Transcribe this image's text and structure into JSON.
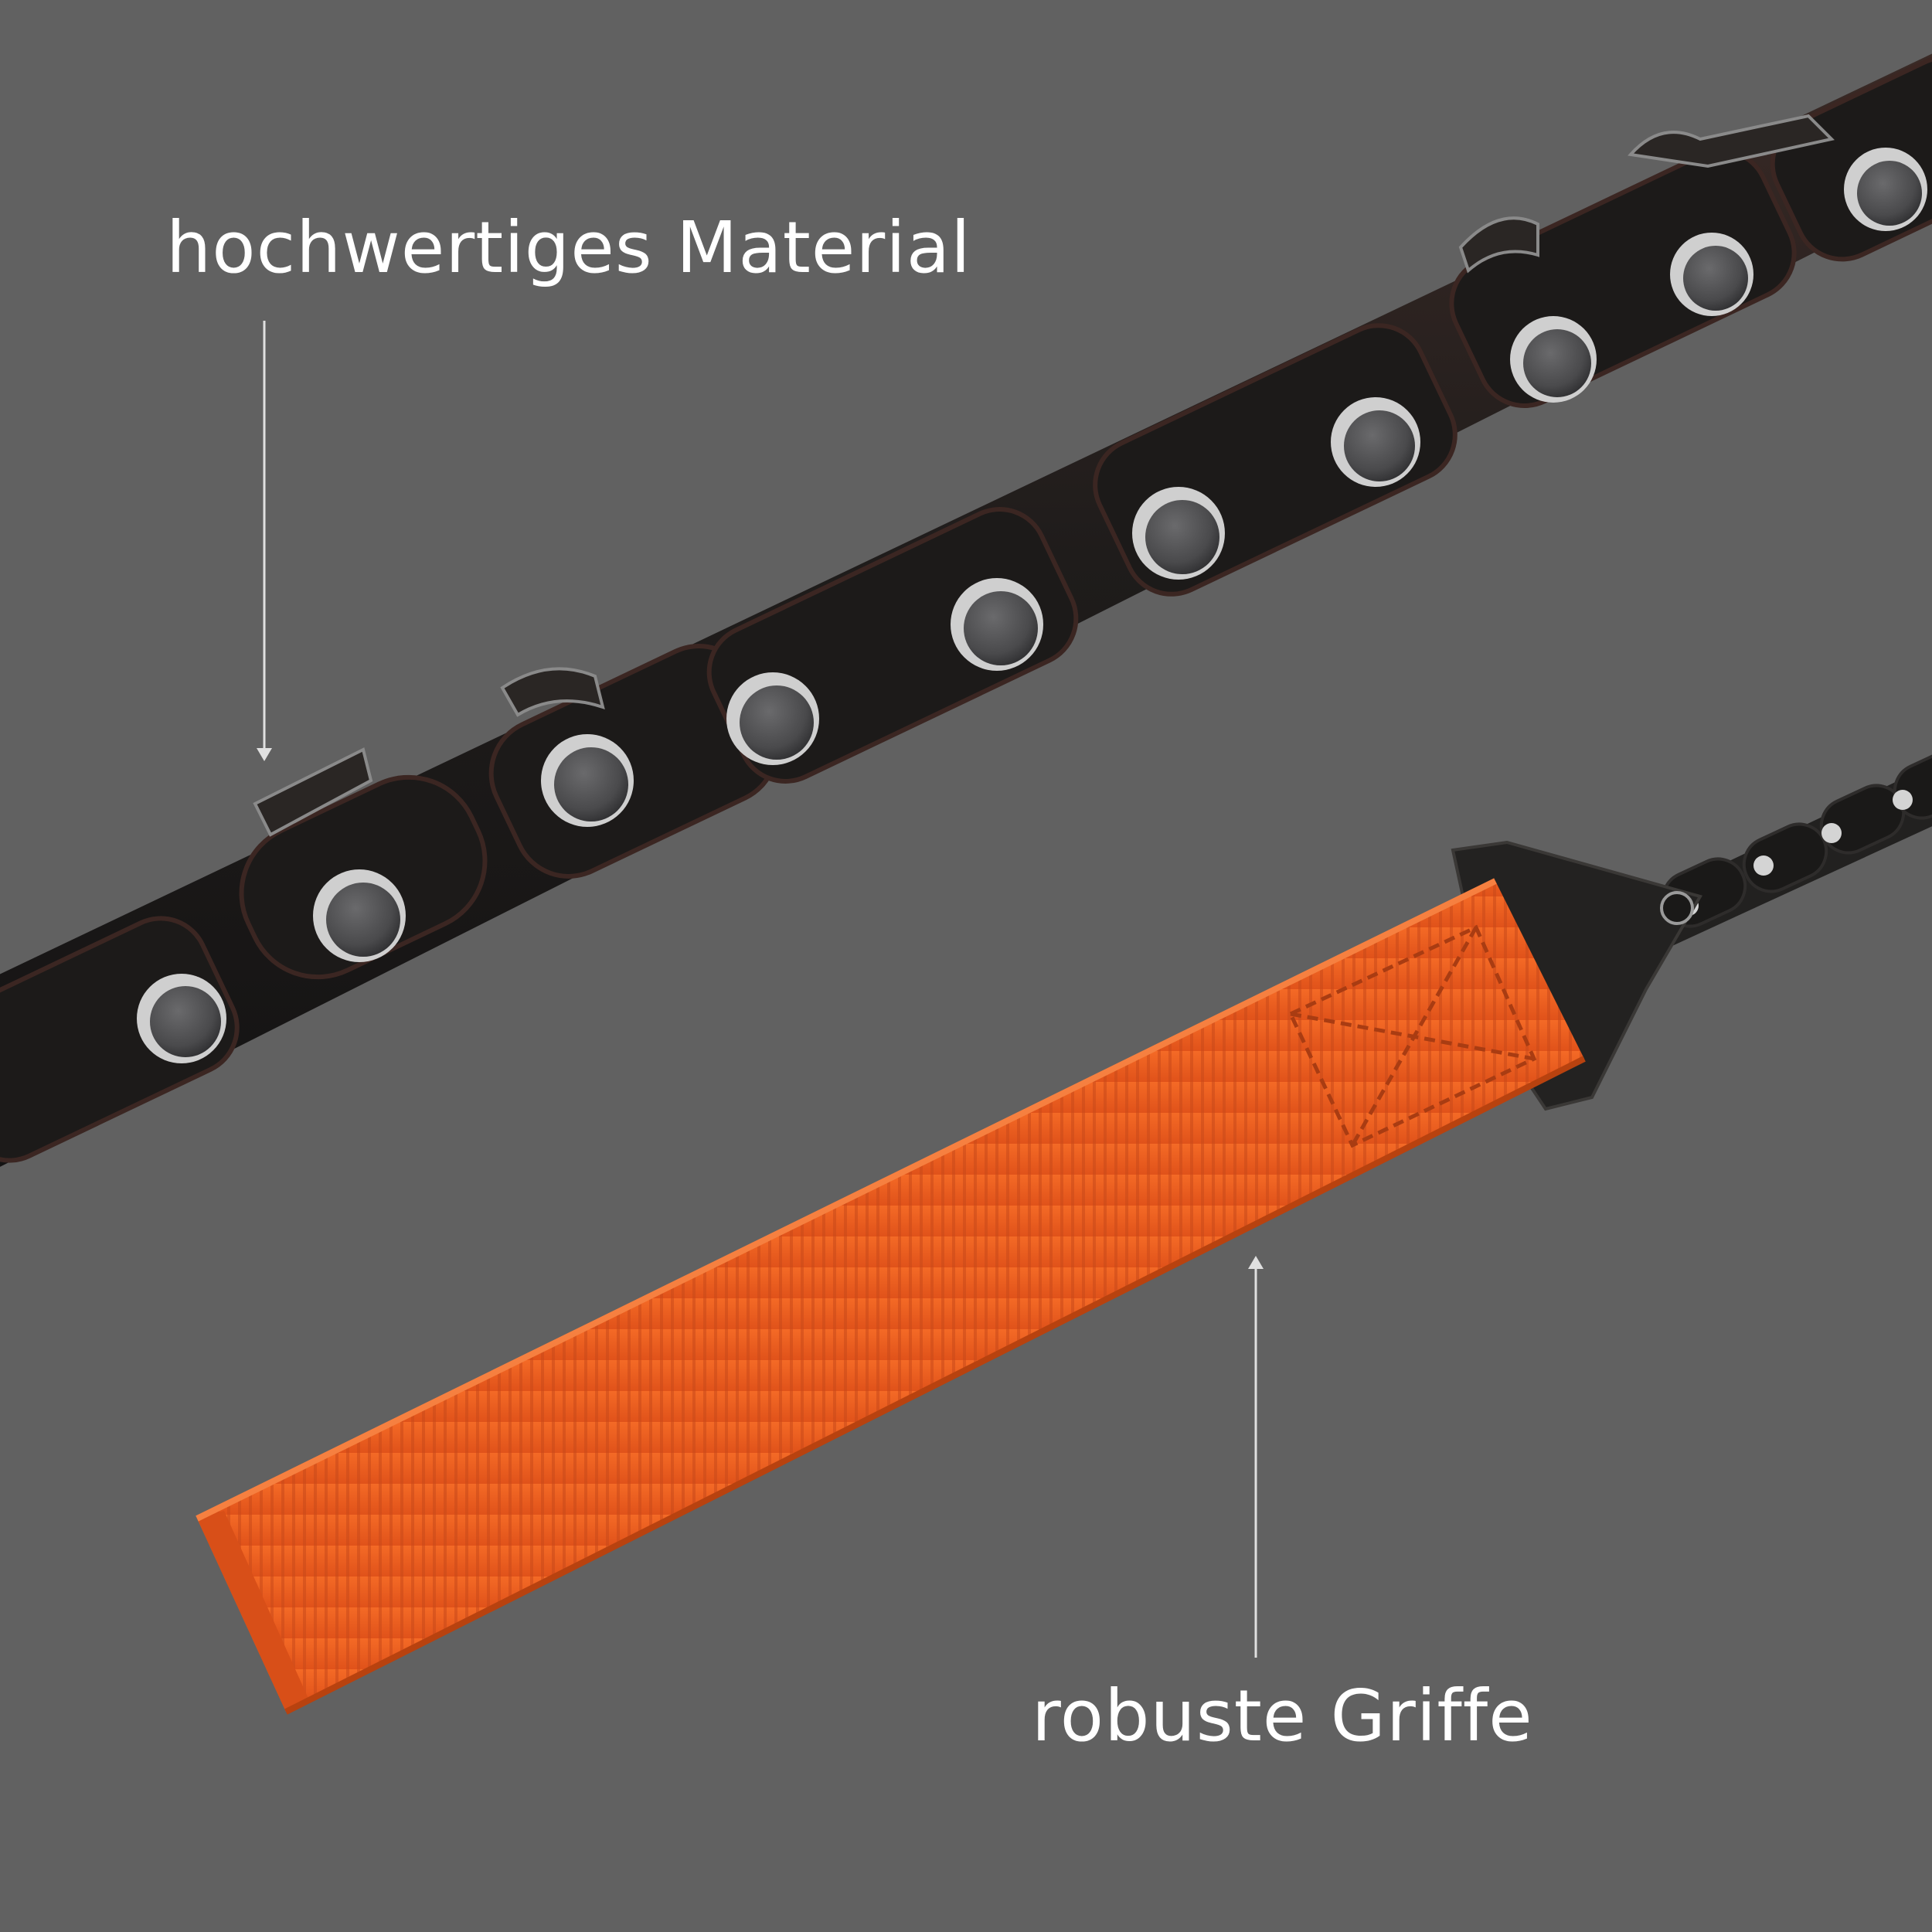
{
  "colors": {
    "background": "#616161",
    "chain": "#1f1c1b",
    "chain_highlight": "#3a2a26",
    "rivet": "#4a4a4c",
    "rivet_rim": "#d9d9d9",
    "strap": "#ef5d1c",
    "strap_dark": "#c8481a",
    "connector": "#232221",
    "callout_line": "#e0e0e0",
    "text": "#ffffff"
  },
  "callouts": {
    "material": {
      "label": "hochwertiges Material",
      "pointer": "down-arrow"
    },
    "griffe": {
      "label": "robuste Griffe",
      "pointer": "up-arrow"
    }
  },
  "product": {
    "chain_icon": "saw-chain",
    "strap_icon": "fabric-handle-strap"
  }
}
